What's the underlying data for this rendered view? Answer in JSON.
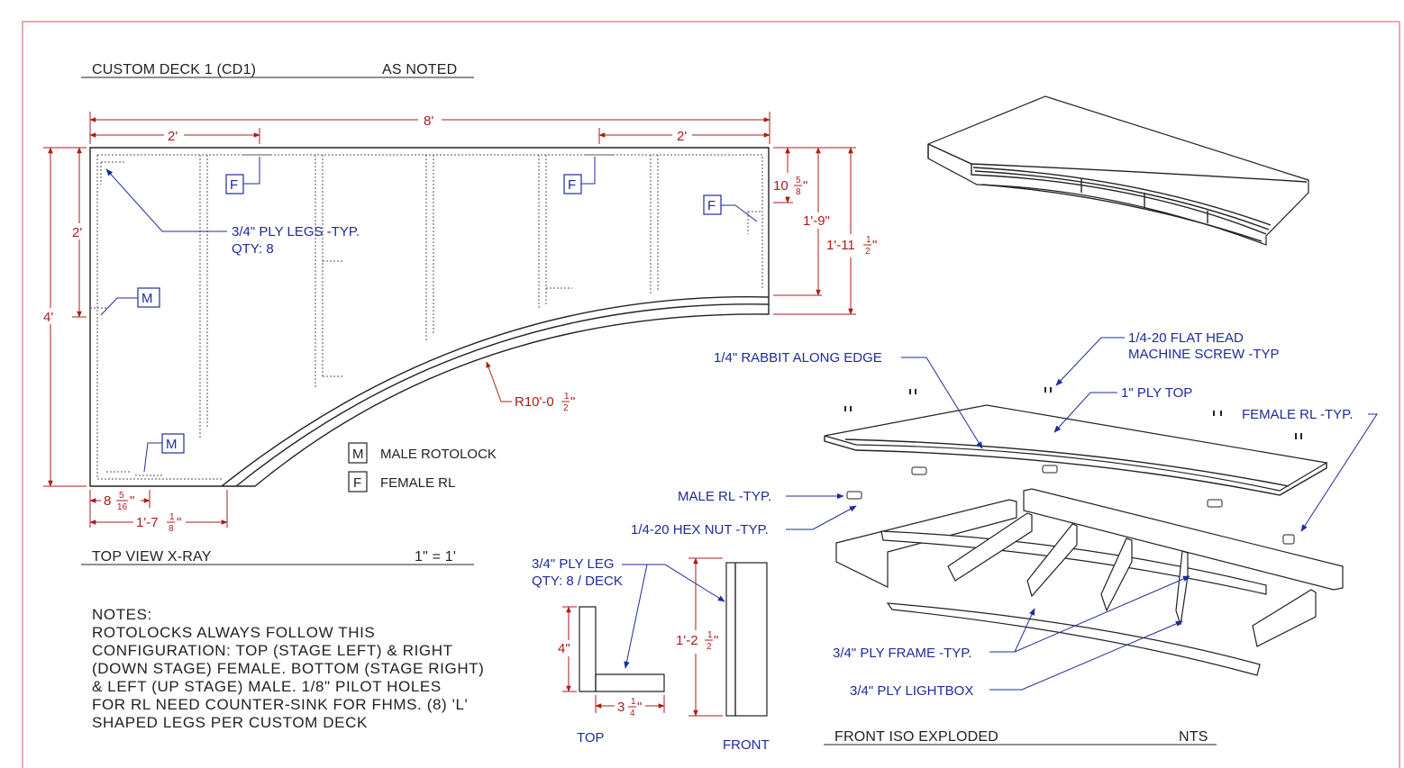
{
  "sheet": {
    "title": "CUSTOM DECK 1 (CD1)",
    "title_scale": "AS NOTED",
    "top_view_title": "TOP VIEW X-RAY",
    "top_view_scale": "1\" = 1'",
    "iso_title": "FRONT ISO EXPLODED",
    "iso_scale": "NTS",
    "border_color": "#d4737f"
  },
  "dimensions": {
    "overall_width": "8'",
    "left_2ft": "2'",
    "right_2ft": "2'",
    "depth_4ft": "4'",
    "left_2ft_vertical": "2'",
    "d_10": "10",
    "d_10_frac_n": "5",
    "d_10_frac_d": "8",
    "d_1_9": "1'-9\"",
    "d_1_11": "1'-11",
    "d_1_11_frac_n": "1",
    "d_1_11_frac_d": "2",
    "d_8": "8",
    "d_8_frac_n": "5",
    "d_8_frac_d": "16",
    "d_1_7": "1'-7",
    "d_1_7_frac_n": "1",
    "d_1_7_frac_d": "8",
    "radius": "R10'-0",
    "radius_frac_n": "1",
    "radius_frac_d": "2",
    "leg_4": "4\"",
    "leg_3": "3",
    "leg_3_frac_n": "1",
    "leg_3_frac_d": "4",
    "leg_1_2": "1'-2",
    "leg_1_2_frac_n": "1",
    "leg_1_2_frac_d": "2",
    "inch_mark": "\""
  },
  "callouts": {
    "ply_legs_line1": "3/4\" PLY LEGS -TYP.",
    "ply_legs_line2": "QTY: 8",
    "leg_detail_line1": "3/4\" PLY LEG",
    "leg_detail_line2": "QTY: 8 / DECK",
    "rabbit": "1/4\" RABBIT ALONG EDGE",
    "screw_line1": "1/4-20 FLAT HEAD",
    "screw_line2": "MACHINE SCREW -TYP",
    "ply_top": "1\" PLY TOP",
    "female_rl": "FEMALE RL -TYP.",
    "male_rl": "MALE RL -TYP.",
    "hex_nut": "1/4-20 HEX NUT -TYP.",
    "ply_frame": "3/4\" PLY FRAME -TYP.",
    "ply_lightbox": "3/4\" PLY LIGHTBOX"
  },
  "markers": {
    "female": "F",
    "male": "M"
  },
  "legend": {
    "male_symbol": "M",
    "male_label": "MALE ROTOLOCK",
    "female_symbol": "F",
    "female_label": "FEMALE RL"
  },
  "leg_views": {
    "top": "TOP",
    "front": "FRONT"
  },
  "notes": {
    "heading": "NOTES:",
    "lines": [
      "ROTOLOCKS ALWAYS FOLLOW THIS",
      "CONFIGURATION: TOP (STAGE LEFT) & RIGHT",
      "(DOWN STAGE) FEMALE. BOTTOM (STAGE RIGHT)",
      "& LEFT (UP STAGE) MALE. 1/8\" PILOT HOLES",
      "FOR RL NEED COUNTER-SINK FOR FHMS. (8) 'L'",
      "SHAPED LEGS PER CUSTOM DECK"
    ]
  }
}
